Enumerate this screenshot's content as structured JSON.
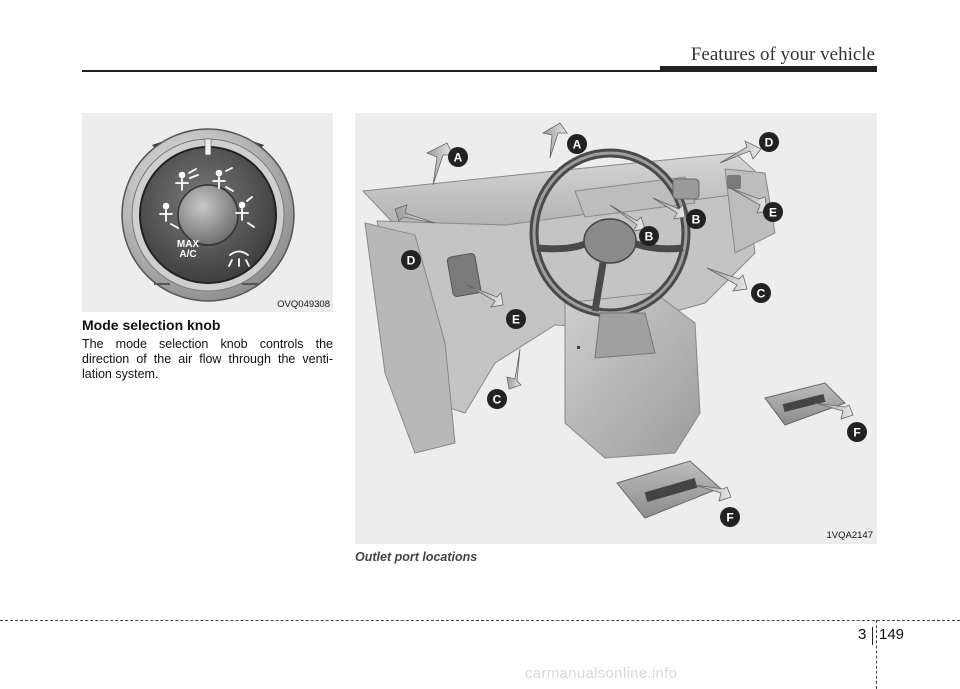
{
  "header": {
    "title": "Features of your vehicle"
  },
  "knob_figure": {
    "code": "OVQ049308",
    "labels": {
      "max": "MAX",
      "ac": "A/C"
    }
  },
  "section": {
    "heading": "Mode selection knob",
    "body": "The mode selection knob controls the direction of the air flow through the venti-lation system."
  },
  "outlet_figure": {
    "code": "1VQA2147",
    "caption": "Outlet port locations",
    "callouts": {
      "a1": "A",
      "a2": "A",
      "b1": "B",
      "b2": "B",
      "c1": "C",
      "c2": "C",
      "d1": "D",
      "d2": "D",
      "e1": "E",
      "e2": "E",
      "f1": "F",
      "f2": "F"
    }
  },
  "footer": {
    "chapter": "3",
    "page": "149"
  },
  "watermark": "carmanualsonline.info"
}
